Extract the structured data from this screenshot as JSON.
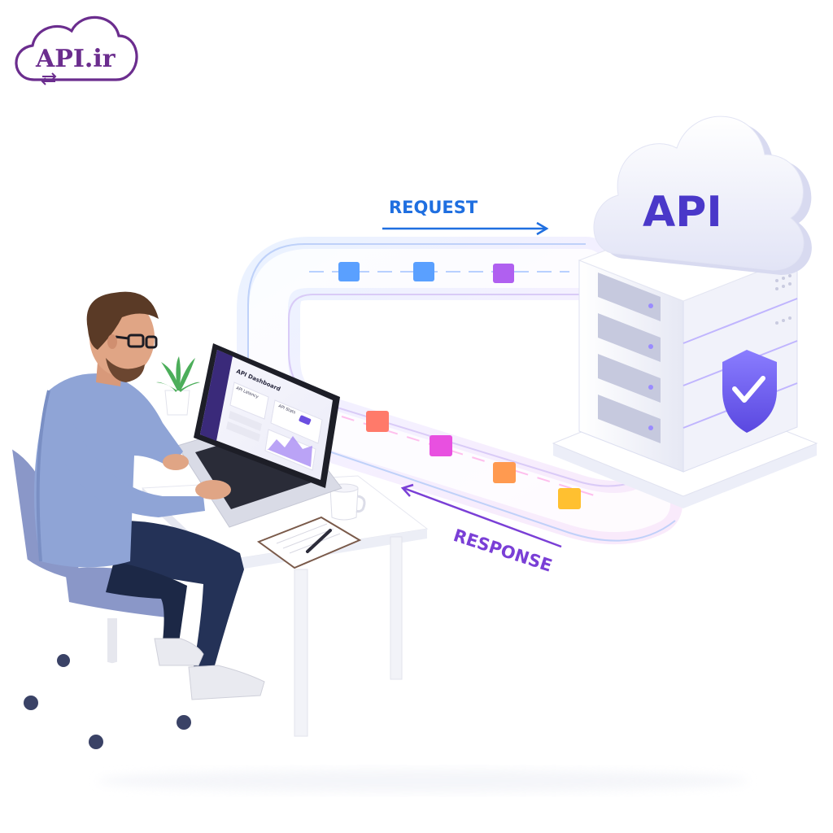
{
  "logo": {
    "brand_text": "API.ir",
    "icon": "cloud-sync-icon",
    "color": "#6b2d8e"
  },
  "flow": {
    "request_label": "REQUEST",
    "response_label": "RESPONSE",
    "request_color": "#1f6fe0",
    "response_color": "#7a3fd6"
  },
  "cloud": {
    "label": "API",
    "label_color": "#4a38c9"
  },
  "server": {
    "badge_icon": "shield-check-icon",
    "badge_color": "#6b5bea"
  },
  "laptop": {
    "dashboard_title": "API Dashboard",
    "card1_title": "API Latency",
    "card2_title": "API Stats"
  },
  "packets": {
    "request_colors": [
      "#5aa0ff",
      "#5aa0ff",
      "#b060f0"
    ],
    "response_colors": [
      "#ff7a6a",
      "#e850e0",
      "#ff9a50",
      "#ffc030"
    ]
  }
}
